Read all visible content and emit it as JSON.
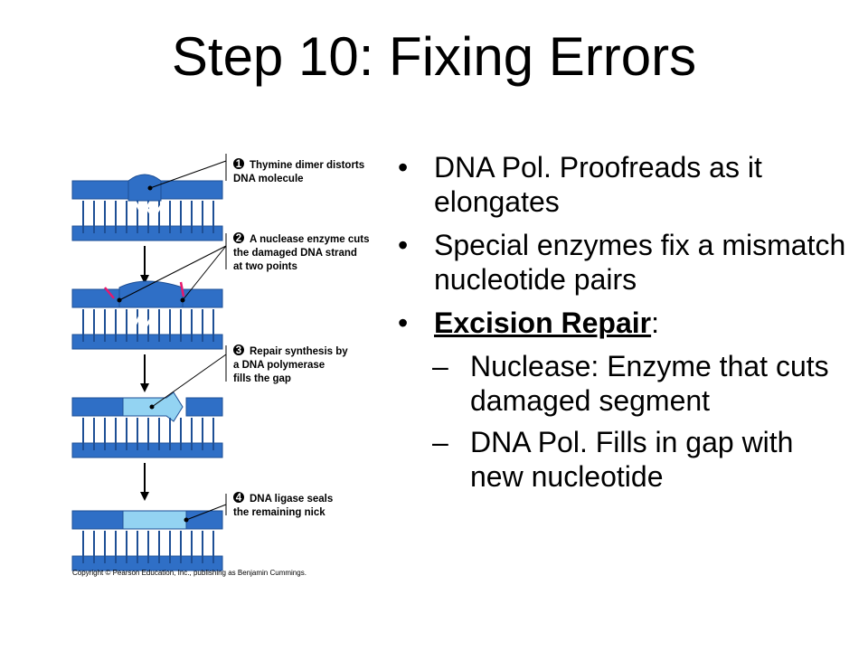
{
  "slide": {
    "title": "Step 10: Fixing Errors"
  },
  "figure": {
    "steps": [
      {
        "number": "1",
        "lines": [
          "Thymine dimer distorts",
          "DNA molecule"
        ]
      },
      {
        "number": "2",
        "lines": [
          "A nuclease enzyme cuts",
          "the damaged DNA strand",
          "at two points"
        ]
      },
      {
        "number": "3",
        "lines": [
          "Repair synthesis by",
          "a DNA polymerase",
          "fills the gap"
        ]
      },
      {
        "number": "4",
        "lines": [
          "DNA ligase seals",
          "the remaining nick"
        ]
      }
    ],
    "copyright": "Copyright © Pearson Education, Inc., publishing as Benjamin Cummings.",
    "colors": {
      "dna": "#2f6fc6",
      "dna_dark": "#1e4f95",
      "new_strand": "#93d3f2",
      "arrow_pink": "#e8186d"
    }
  },
  "bullets": [
    {
      "bullet": "•",
      "text": "DNA Pol. Proofreads as it elongates"
    },
    {
      "bullet": "•",
      "text": "Special enzymes fix a mismatch nucleotide pairs"
    },
    {
      "bullet": "•",
      "bold_text": "Excision Repair",
      "suffix": ":"
    }
  ],
  "sub_bullets": [
    {
      "bullet": "–",
      "text": "Nuclease:  Enzyme that cuts damaged segment"
    },
    {
      "bullet": "–",
      "text": "DNA Pol. Fills in gap with new nucleotide"
    }
  ]
}
